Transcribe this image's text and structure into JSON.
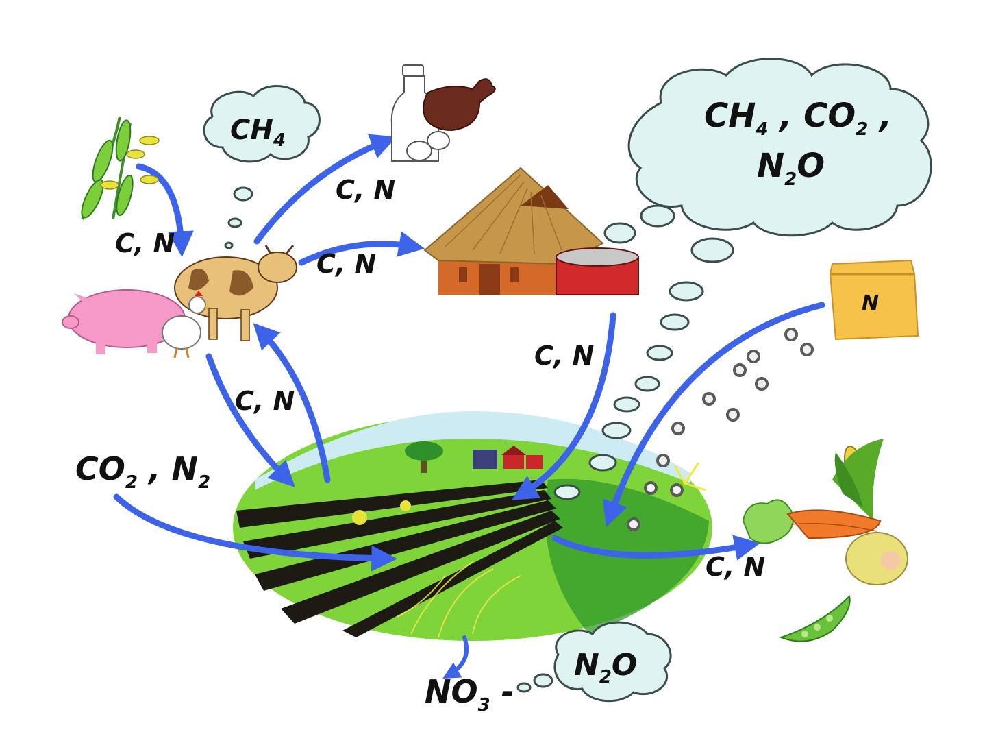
{
  "colors": {
    "arrow": "#3c63e8",
    "cloud_fill": "#dff3f1",
    "cloud_stroke": "#3a4d4c",
    "field_light": "#7fd43a",
    "field_dark": "#2f9a2a",
    "furrow": "#1d1a14",
    "sky": "#cdebf2",
    "text": "#111111"
  },
  "icons": [
    "pea-plants-icon",
    "milk-bottle-icon",
    "meat-drumstick-icon",
    "egg-icon",
    "cow-icon",
    "pig-icon",
    "chicken-icon",
    "barn-icon",
    "manure-tank-icon",
    "fertilizer-bag-icon",
    "vegetables-icon",
    "corn-icon",
    "carrot-icon",
    "onion-icon",
    "pea-pod-icon",
    "field-icon",
    "tree-icon"
  ],
  "clouds": {
    "ch4_small": {
      "main": "CH",
      "sub": "4"
    },
    "big": {
      "line1": {
        "a": "CH",
        "a_sub": "4",
        "sep": " ,  ",
        "b": "CO",
        "b_sub": "2",
        "tail": " ,"
      },
      "line2": {
        "a": "N",
        "a_sub": "2",
        "b": "O"
      }
    },
    "n2o_bottom": {
      "a": "N",
      "a_sub": "2",
      "b": "O"
    }
  },
  "labels": {
    "crops_to_livestock": "C,  N",
    "livestock_to_products": "C,  N",
    "livestock_to_barn": "C,  N",
    "livestock_field_cycle": "C,  N",
    "barn_to_field": "C,  N",
    "field_to_vegetables": "C,  N"
  },
  "atmosphere": {
    "a": "CO",
    "a_sub": "2",
    "sep": " ,  ",
    "b": "N",
    "b_sub": "2"
  },
  "nitrate": {
    "a": "NO",
    "a_sub": "3",
    "tail": " -"
  },
  "fertilizer_label": "N"
}
